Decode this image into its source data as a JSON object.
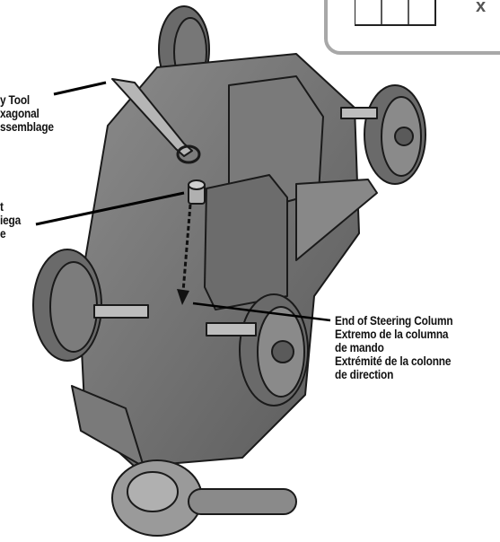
{
  "header": {
    "tab_code": "x"
  },
  "labels": {
    "tool": [
      "y Tool",
      "xagonal",
      "ssemblage"
    ],
    "bolt": [
      "t",
      "iega",
      "e"
    ],
    "steering": [
      "End of Steering Column",
      "Extremo de la columna",
      "de mando",
      "Extrémité de la colonne",
      "de direction"
    ]
  },
  "colors": {
    "body": "#6e6e6e",
    "dark": "#4a4a4a",
    "light": "#8c8c8c",
    "outline": "#1a1a1a",
    "tab_border": "#a8a8a8"
  }
}
